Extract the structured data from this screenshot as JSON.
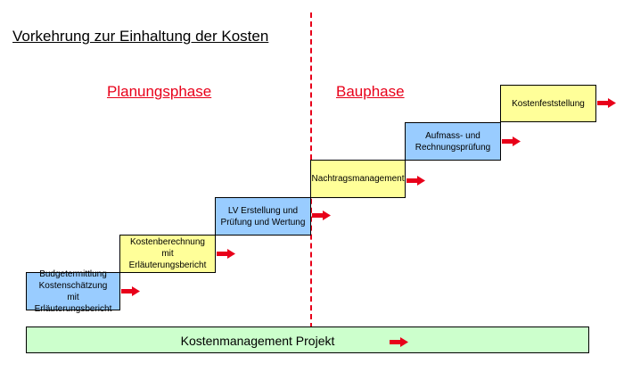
{
  "title": "Vorkehrung zur Einhaltung der Kosten",
  "phases": {
    "planning": "Planungsphase",
    "construction": "Bauphase"
  },
  "steps": [
    {
      "label_lines": [
        "Budgetermittlung",
        "Kostenschätzung",
        "mit Erläuterungsbericht"
      ],
      "color": "#99ccff"
    },
    {
      "label_lines": [
        "Kostenberechnung",
        "mit Erläuterungsbericht"
      ],
      "color": "#ffff99"
    },
    {
      "label_lines": [
        "LV Erstellung und",
        "Prüfung und Wertung"
      ],
      "color": "#99ccff"
    },
    {
      "label_lines": [
        "Nachtragsmanagement"
      ],
      "color": "#ffff99"
    },
    {
      "label_lines": [
        "Aufmass- und",
        "Rechnungsprüfung"
      ],
      "color": "#99ccff"
    },
    {
      "label_lines": [
        "Kostenfeststellung"
      ],
      "color": "#ffff99"
    }
  ],
  "footer": {
    "label": "Kostenmanagement Projekt",
    "color": "#ccffcc"
  },
  "colors": {
    "accent": "#e8001a"
  }
}
